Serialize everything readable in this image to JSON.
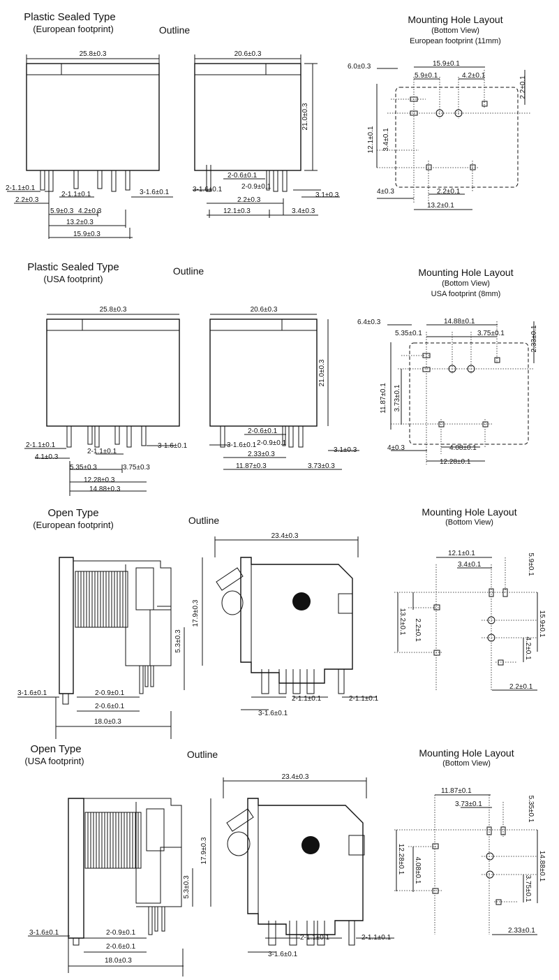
{
  "panels": [
    {
      "title": "Plastic Sealed Type",
      "subtitle": "(European footprint)",
      "outline": "Outline",
      "mount_title": "Mounting Hole Layout",
      "mount_view": "(Bottom View)",
      "mount_footprint": "European footprint (11mm)",
      "front": {
        "width": "25.8±0.3",
        "pin_left": "2-1.1±0.1",
        "pin_mid": "2-1.1±0.1",
        "pin_right": "3-1.6±0.1",
        "d1": "2.2±0.3",
        "d2": "5.9±0.3",
        "d3": "4.2±0.3",
        "d4": "13.2±0.3",
        "d5": "15.9±0.3"
      },
      "side": {
        "width": "20.6±0.3",
        "height": "21.0±0.3",
        "p1": "2-0.6±0.1",
        "p2": "3-1.6±0.1",
        "p3": "2-0.9±0.1",
        "d1": "2.2±0.3",
        "d2": "3.1±0.3",
        "d3": "12.1±0.3",
        "d4": "3.4±0.3"
      },
      "holes": {
        "h1": "6.0±0.3",
        "h2": "15.9±0.1",
        "h3": "5.9±0.1",
        "h4": "4.2±0.1",
        "h5": "2.2±0.1",
        "h6": "12.1±0.1",
        "h7": "3.4±0.1",
        "h8": "4±0.3",
        "h9": "2.2±0.1",
        "h10": "13.2±0.1"
      }
    },
    {
      "title": "Plastic Sealed Type",
      "subtitle": "(USA footprint)",
      "outline": "Outline",
      "mount_title": "Mounting Hole Layout",
      "mount_view": "(Bottom View)",
      "mount_footprint": "USA footprint (8mm)",
      "front": {
        "width": "25.8±0.3",
        "pin_left": "2-1.1±0.1",
        "pin_mid": "2-1.1±0.1",
        "pin_right": "3-1.6±0.1",
        "d1": "4.1±0.3",
        "d2": "5.35±0.3",
        "d3": "3.75±0.3",
        "d4": "12.28±0.3",
        "d5": "14.88±0.3"
      },
      "side": {
        "width": "20.6±0.3",
        "height": "21.0±0.3",
        "p1": "2-0.6±0.1",
        "p2": "3-1.6±0.1",
        "p3": "2-0.9±0.1",
        "d1": "2.33±0.3",
        "d2": "3.1±0.3",
        "d3": "11.87±0.3",
        "d4": "3.73±0.3"
      },
      "holes": {
        "h1": "6.4±0.3",
        "h2": "14.88±0.1",
        "h3": "5.35±0.1",
        "h4": "3.75±0.1",
        "h5": "2.33±0.1",
        "h6": "11.87±0.1",
        "h7": "3.73±0.1",
        "h8": "4±0.3",
        "h9": "4.08±0.1",
        "h10": "12.28±0.1"
      }
    },
    {
      "title": "Open Type",
      "subtitle": "(European footprint)",
      "outline": "Outline",
      "mount_title": "Mounting Hole Layout",
      "mount_view": "(Bottom View)",
      "left": {
        "p1": "3-1.6±0.1",
        "p2": "2-0.9±0.1",
        "p3": "2-0.6±0.1",
        "w": "18.0±0.3",
        "h1": "17.9±0.3",
        "h2": "5.3±0.3"
      },
      "right": {
        "w": "23.4±0.3",
        "p1": "2-1.1±0.1",
        "p2": "2-1.1±0.1",
        "p3": "3-1.6±0.1"
      },
      "holes": {
        "a": "12.1±0.1",
        "b": "3.4±0.1",
        "c": "5.9±0.1",
        "d": "13.2±0.1",
        "e": "2.2±0.1",
        "f": "15.9±0.1",
        "g": "4.2±0.1",
        "h": "2.2±0.1"
      }
    },
    {
      "title": "Open Type",
      "subtitle": "(USA footprint)",
      "outline": "Outline",
      "mount_title": "Mounting Hole Layout",
      "mount_view": "(Bottom View)",
      "left": {
        "p1": "3-1.6±0.1",
        "p2": "2-0.9±0.1",
        "p3": "2-0.6±0.1",
        "w": "18.0±0.3",
        "h1": "17.9±0.3",
        "h2": "5.3±0.3"
      },
      "right": {
        "w": "23.4±0.3",
        "p1": "2-1.1±0.1",
        "p2": "2-1.1±0.1",
        "p3": "3-1.6±0.1"
      },
      "holes": {
        "a": "11.87±0.1",
        "b": "3.73±0.1",
        "c": "5.35±0.1",
        "d": "12.28±0.1",
        "e": "4.08±0.1",
        "f": "14.88±0.1",
        "g": "3.75±0.1",
        "h": "2.33±0.1"
      }
    }
  ]
}
